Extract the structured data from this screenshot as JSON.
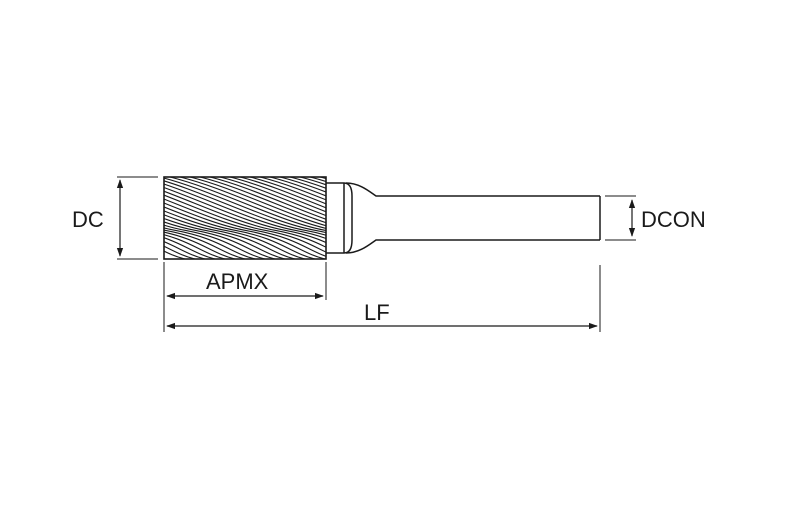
{
  "dimensions": {
    "dc": "DC",
    "dcon": "DCON",
    "apmx": "APMX",
    "lf": "LF"
  }
}
